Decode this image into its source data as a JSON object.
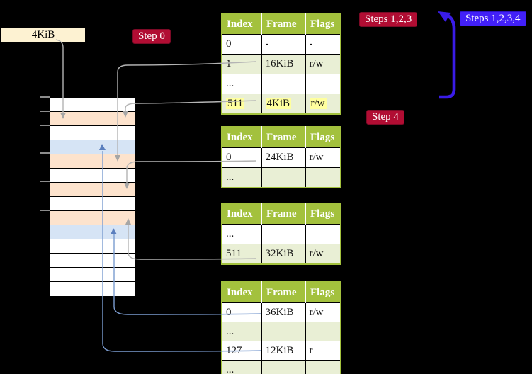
{
  "colors": {
    "crimson": "#b10d33",
    "blue_label": "#4220f8",
    "blue_arrow": "#3a1ce8",
    "table_header_green": "#a3c13d",
    "row_green": "#e9efd5",
    "highlight_yellow": "#ffff9e",
    "frame_wheat": "#fde3cd",
    "frame_blue": "#d6e4f5",
    "gray_line": "#b4b4b4",
    "gray_head": "#a6a6a6",
    "blue_line": "#7b9cd0",
    "blue_head": "#5b7fbe",
    "label_cream": "#fdf2d2"
  },
  "frame_label": "4KiB",
  "step_labels": {
    "step0": "Step 0",
    "steps123": "Steps 1,2,3",
    "steps1234": "Steps 1,2,3,4",
    "step4": "Step 4"
  },
  "page_tables": [
    {
      "headers": [
        "Index",
        "Frame",
        "Flags"
      ],
      "rows": [
        {
          "index": "0",
          "frame": "-",
          "flags": "-",
          "shaded": false,
          "highlight": false
        },
        {
          "index": "1",
          "frame": "16KiB",
          "flags": "r/w",
          "shaded": true,
          "highlight": false
        },
        {
          "index": "...",
          "frame": "",
          "flags": "",
          "shaded": false,
          "highlight": false
        },
        {
          "index": "511",
          "frame": "4KiB",
          "flags": "r/w",
          "shaded": true,
          "highlight": true
        }
      ]
    },
    {
      "headers": [
        "Index",
        "Frame",
        "Flags"
      ],
      "rows": [
        {
          "index": "0",
          "frame": "24KiB",
          "flags": "r/w",
          "shaded": false,
          "highlight": false
        },
        {
          "index": "...",
          "frame": "",
          "flags": "",
          "shaded": true,
          "highlight": false
        }
      ]
    },
    {
      "headers": [
        "Index",
        "Frame",
        "Flags"
      ],
      "rows": [
        {
          "index": "...",
          "frame": "",
          "flags": "",
          "shaded": false,
          "highlight": false
        },
        {
          "index": "511",
          "frame": "32KiB",
          "flags": "r/w",
          "shaded": true,
          "highlight": false
        }
      ]
    },
    {
      "headers": [
        "Index",
        "Frame",
        "Flags"
      ],
      "rows": [
        {
          "index": "0",
          "frame": "36KiB",
          "flags": "r/w",
          "shaded": false,
          "highlight": false
        },
        {
          "index": "...",
          "frame": "",
          "flags": "",
          "shaded": true,
          "highlight": false
        },
        {
          "index": "127",
          "frame": "12KiB",
          "flags": "r",
          "shaded": false,
          "highlight": false
        },
        {
          "index": "...",
          "frame": "",
          "flags": "",
          "shaded": true,
          "highlight": false
        }
      ]
    }
  ],
  "memory_stack": {
    "row_colors": [
      "white",
      "wheat",
      "white",
      "blue",
      "wheat",
      "white",
      "wheat",
      "white",
      "wheat",
      "blue",
      "white",
      "white",
      "white",
      "white"
    ]
  }
}
